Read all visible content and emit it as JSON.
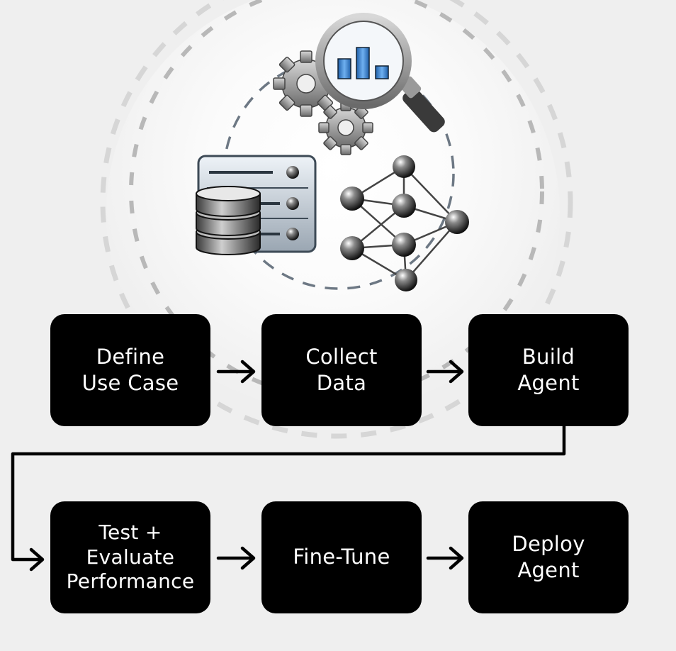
{
  "diagram": {
    "steps": [
      {
        "id": "s1",
        "label": "Define\nUse Case"
      },
      {
        "id": "s2",
        "label": "Collect\nData"
      },
      {
        "id": "s3",
        "label": "Build\nAgent"
      },
      {
        "id": "s4",
        "label": "Test +\nEvaluate\nPerformance"
      },
      {
        "id": "s5",
        "label": "Fine-Tune"
      },
      {
        "id": "s6",
        "label": "Deploy\nAgent"
      }
    ],
    "illustration": {
      "icons": [
        "gear-icon",
        "magnifier-icon",
        "bar-chart-icon",
        "database-icon",
        "server-icon",
        "neural-network-icon"
      ]
    },
    "colors": {
      "background": "#efefef",
      "box": "#000000",
      "box_text": "#ffffff",
      "arrow": "#000000",
      "accent_blue": "#3a7fd0"
    }
  }
}
